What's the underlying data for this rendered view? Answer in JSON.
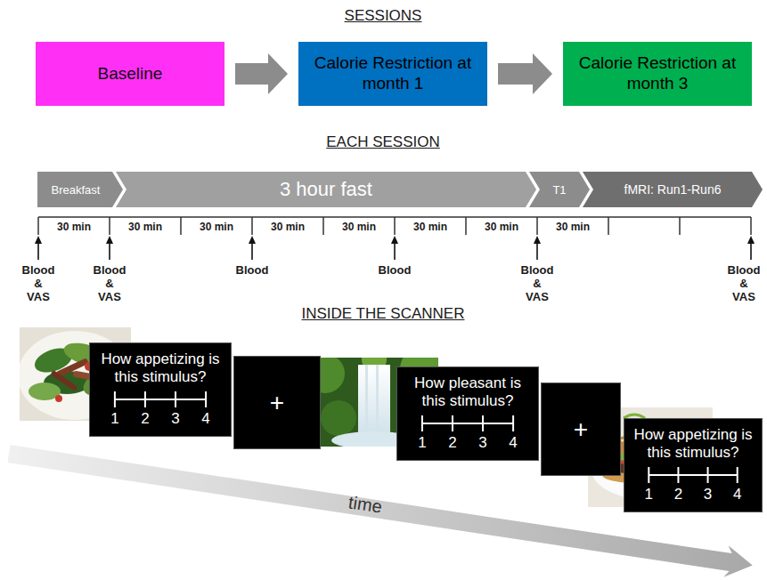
{
  "diagram": {
    "nodes": [
      {
        "text": [
          "Baseline"
        ]
      },
      {
        "text": [
          "Calorie Restriction at month 1"
        ]
      },
      {
        "text": [
          "Calorie Restriction at month 3"
        ]
      },
      {
        "text": [
          "Breakfast"
        ]
      },
      {
        "text": [
          "3 hour fast"
        ]
      },
      {
        "text": [
          "T1"
        ]
      },
      {
        "text": [
          "fMRI: Run1-Run6"
        ]
      },
      {
        "text": [
          "How appetizing is this stimulus?",
          "1",
          "2",
          "3",
          "4"
        ]
      },
      {
        "text": [
          "+"
        ]
      },
      {
        "text": [
          "How pleasant is this stimulus?",
          "1",
          "2",
          "3",
          "4"
        ]
      },
      {
        "text": [
          "+"
        ]
      },
      {
        "text": [
          "How appetizing is this stimulus?",
          "1",
          "2",
          "3",
          "4"
        ]
      }
    ],
    "edges": [
      {
        "from": 0,
        "to": 1,
        "arrow": "to"
      },
      {
        "from": 1,
        "to": 2,
        "arrow": "to"
      }
    ],
    "labels": [
      "SESSIONS",
      "EACH SESSION",
      "30 min",
      "30 min",
      "30 min",
      "30 min",
      "30 min",
      "30 min",
      "30 min",
      "30 min",
      "Blood & VAS",
      "Blood & VAS",
      "Blood",
      "Blood",
      "Blood & VAS",
      "Blood & VAS",
      "INSIDE THE SCANNER",
      "time"
    ]
  }
}
